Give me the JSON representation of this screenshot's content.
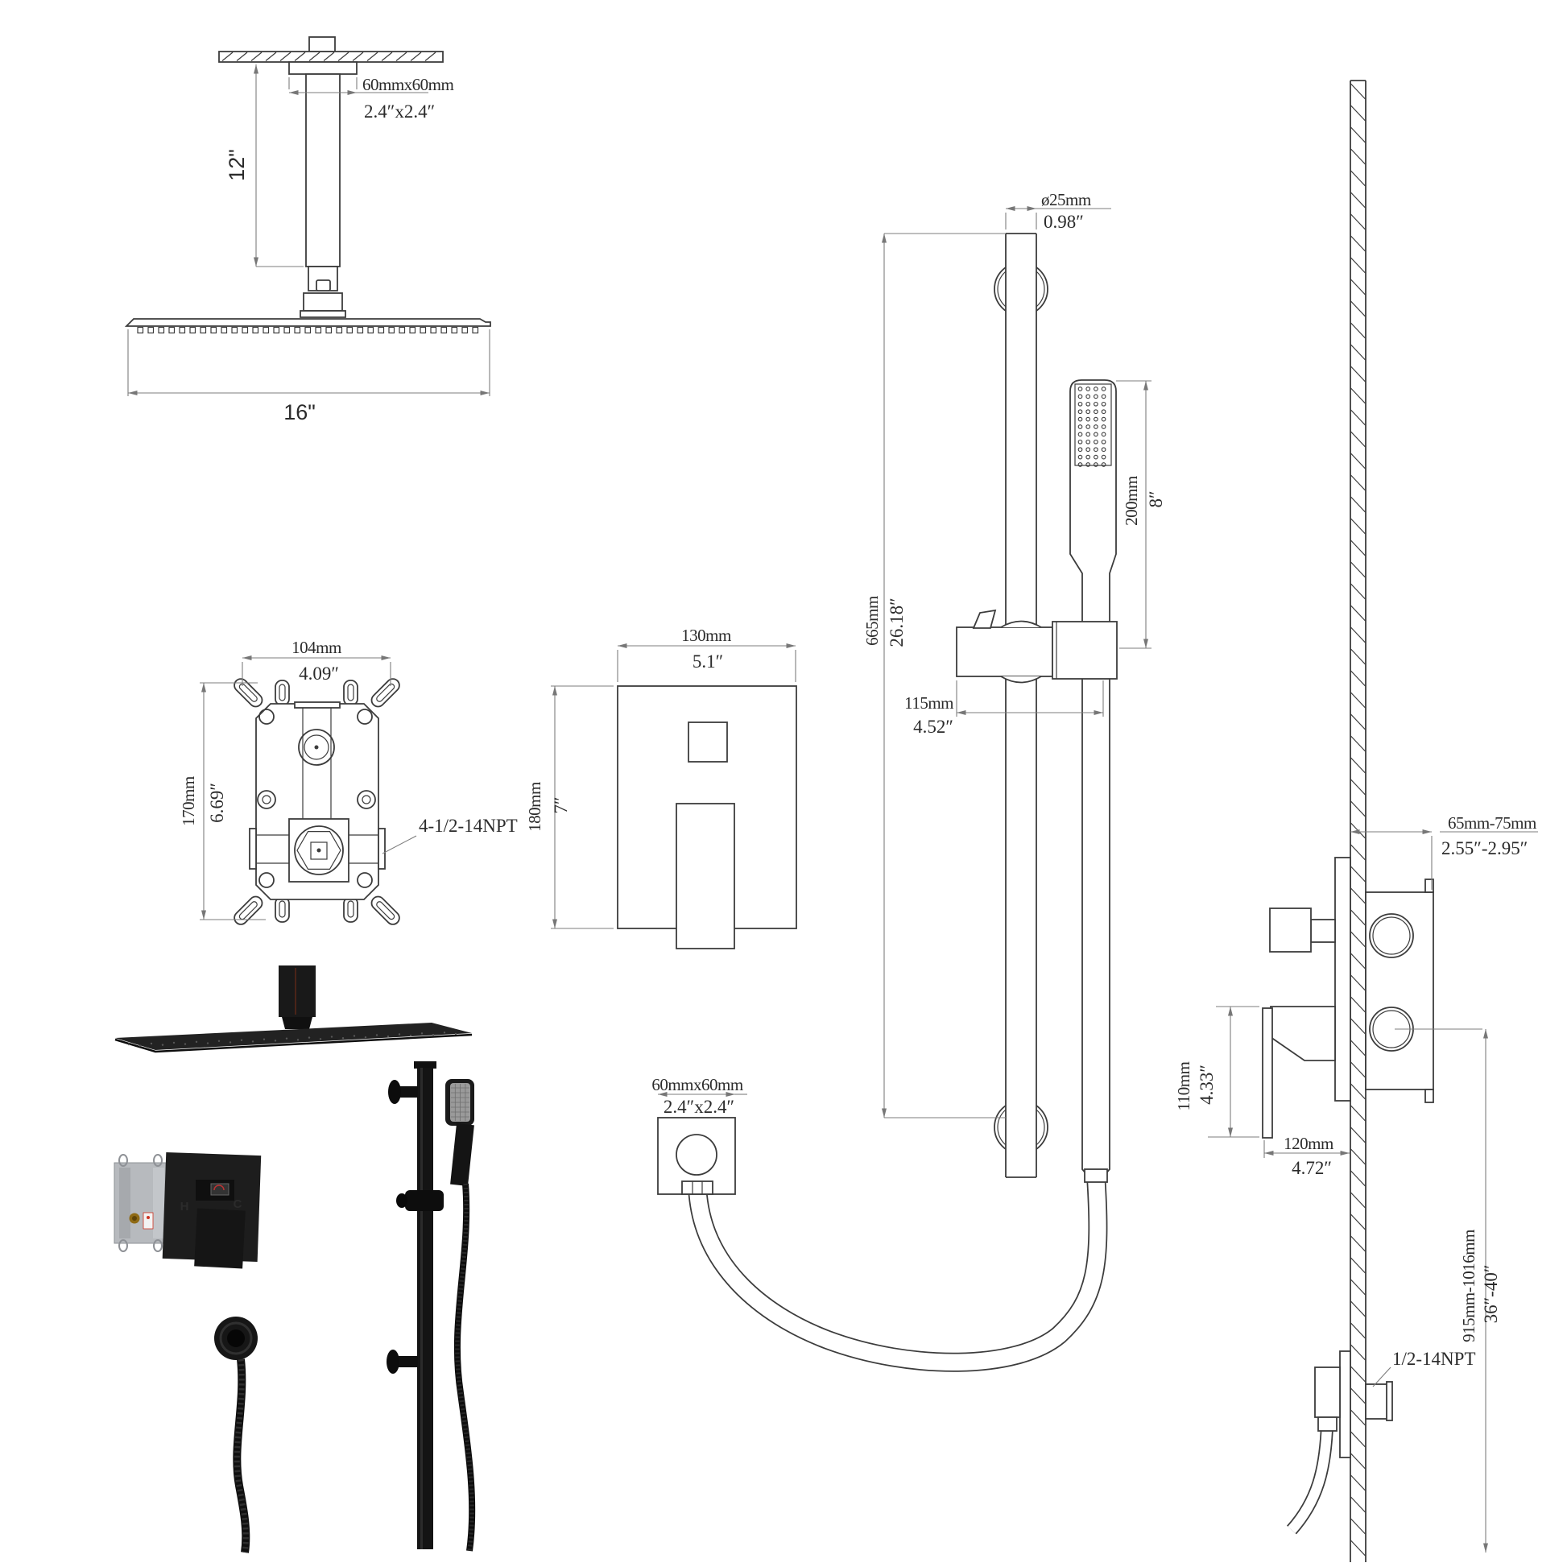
{
  "document": {
    "type": "shower-system-installation-dimension-diagram",
    "background": "#ffffff",
    "line_color": "#3c3c3c",
    "dim_color": "#7d7d7d",
    "text_color": "#2b2b2b",
    "render_black": "#181818",
    "render_grey": "#b7babe",
    "hot_color": "#b5271c",
    "cold_color": "#1f52b5"
  },
  "ceiling_shower_view": {
    "arm_size_mm": "60mmx60mm",
    "arm_size_in": "2.4″x2.4″",
    "arm_length_in": "12\"",
    "head_width_in": "16\""
  },
  "valve_roughin_view": {
    "width_mm": "104mm",
    "width_in": "4.09″",
    "height_mm": "170mm",
    "height_in": "6.69″",
    "thread_note": "4-1/2-14NPT"
  },
  "trim_plate_view": {
    "width_mm": "130mm",
    "width_in": "5.1″",
    "height_mm": "180mm",
    "height_in": "7″"
  },
  "slide_bar_view": {
    "bar_diameter_mm": "ø25mm",
    "bar_diameter_in": "0.98″",
    "bar_length_mm": "665mm",
    "bar_length_in": "26.18″",
    "bracket_offset_mm": "115mm",
    "bracket_offset_in": "4.52″",
    "handshower_length_mm": "200mm",
    "handshower_length_in": "8″"
  },
  "wall_elbow_view": {
    "size_mm": "60mmx60mm",
    "size_in": "2.4″x2.4″"
  },
  "wall_section_view": {
    "valve_depth_mm": "65mm-75mm",
    "valve_depth_in": "2.55″-2.95″",
    "handle_height_mm": "110mm",
    "handle_height_in": "4.33″",
    "handle_depth_mm": "120mm",
    "handle_depth_in": "4.72″",
    "install_height_mm": "915mm-1016mm",
    "install_height_in": "36″-40″",
    "thread_note": "1/2-14NPT"
  },
  "product_render": {
    "hot_label": "H",
    "cold_label": "C"
  }
}
